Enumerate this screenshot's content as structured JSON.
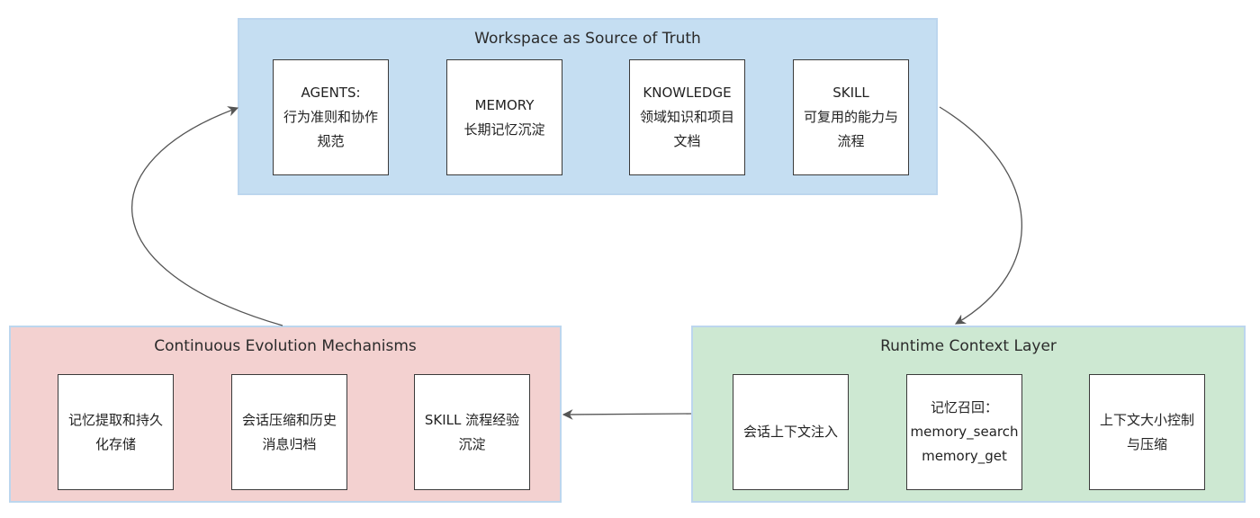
{
  "colors": {
    "workspace_bg": "#c5def2",
    "runtime_bg": "#cde8d2",
    "evolution_bg": "#f3d1d0",
    "group_border": "#bcd6ee",
    "arrow": "#555555"
  },
  "workspace": {
    "title": "Workspace as Source of Truth",
    "nodes": [
      {
        "lines": [
          "AGENTS:",
          "行为准则和协作",
          "规范"
        ]
      },
      {
        "lines": [
          "MEMORY",
          "长期记忆沉淀"
        ]
      },
      {
        "lines": [
          "KNOWLEDGE",
          "领域知识和项目",
          "文档"
        ]
      },
      {
        "lines": [
          "SKILL",
          "可复用的能力与",
          "流程"
        ]
      }
    ]
  },
  "runtime": {
    "title": "Runtime Context Layer",
    "nodes": [
      {
        "lines": [
          "会话上下文注入"
        ]
      },
      {
        "lines": [
          "记忆召回：",
          "memory_search",
          "memory_get"
        ]
      },
      {
        "lines": [
          "上下文大小控制",
          "与压缩"
        ]
      }
    ]
  },
  "evolution": {
    "title": "Continuous Evolution Mechanisms",
    "nodes": [
      {
        "lines": [
          "记忆提取和持久",
          "化存储"
        ]
      },
      {
        "lines": [
          "会话压缩和历史",
          "消息归档"
        ]
      },
      {
        "lines": [
          "SKILL 流程经验",
          "沉淀"
        ]
      }
    ]
  }
}
